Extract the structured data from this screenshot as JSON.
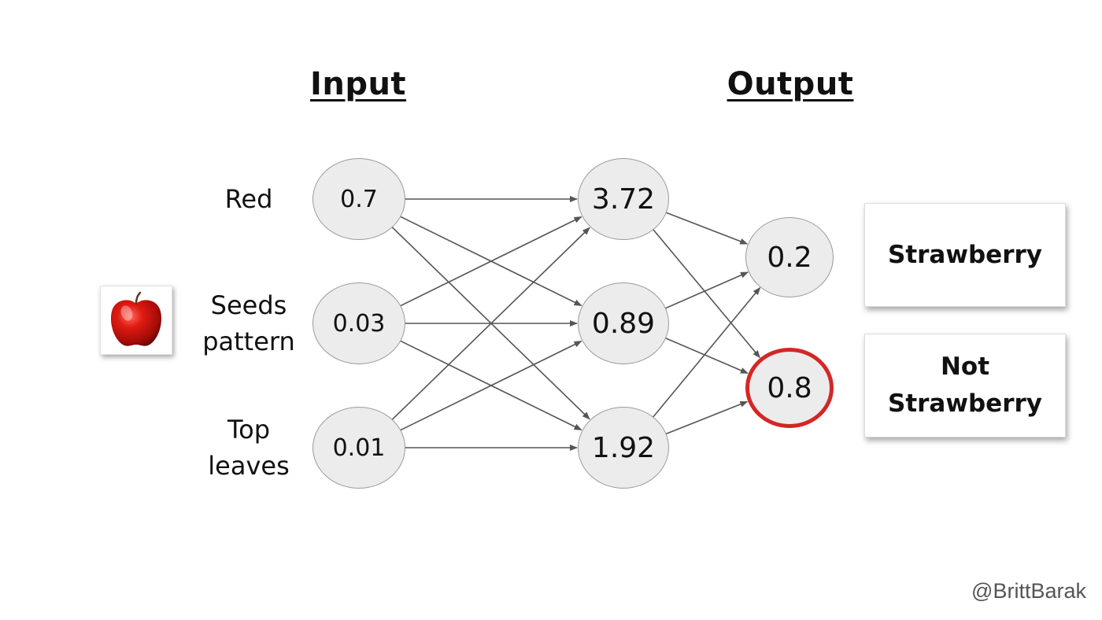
{
  "headings": {
    "input": "Input",
    "output": "Output"
  },
  "features": [
    "Red",
    "Seeds\npattern",
    "Top\nleaves"
  ],
  "input_values": [
    "0.7",
    "0.03",
    "0.01"
  ],
  "hidden_values": [
    "3.72",
    "0.89",
    "1.92"
  ],
  "output_values": [
    "0.2",
    "0.8"
  ],
  "classes": [
    "Strawberry",
    "Not\nStrawberry"
  ],
  "highlighted_output": "0.8",
  "image_icon": "apple-icon",
  "credit": "@BrittBarak",
  "colors": {
    "node_fill": "#ececec",
    "node_border": "#9a9a9a",
    "highlight": "#d42626",
    "edge": "#555555"
  }
}
